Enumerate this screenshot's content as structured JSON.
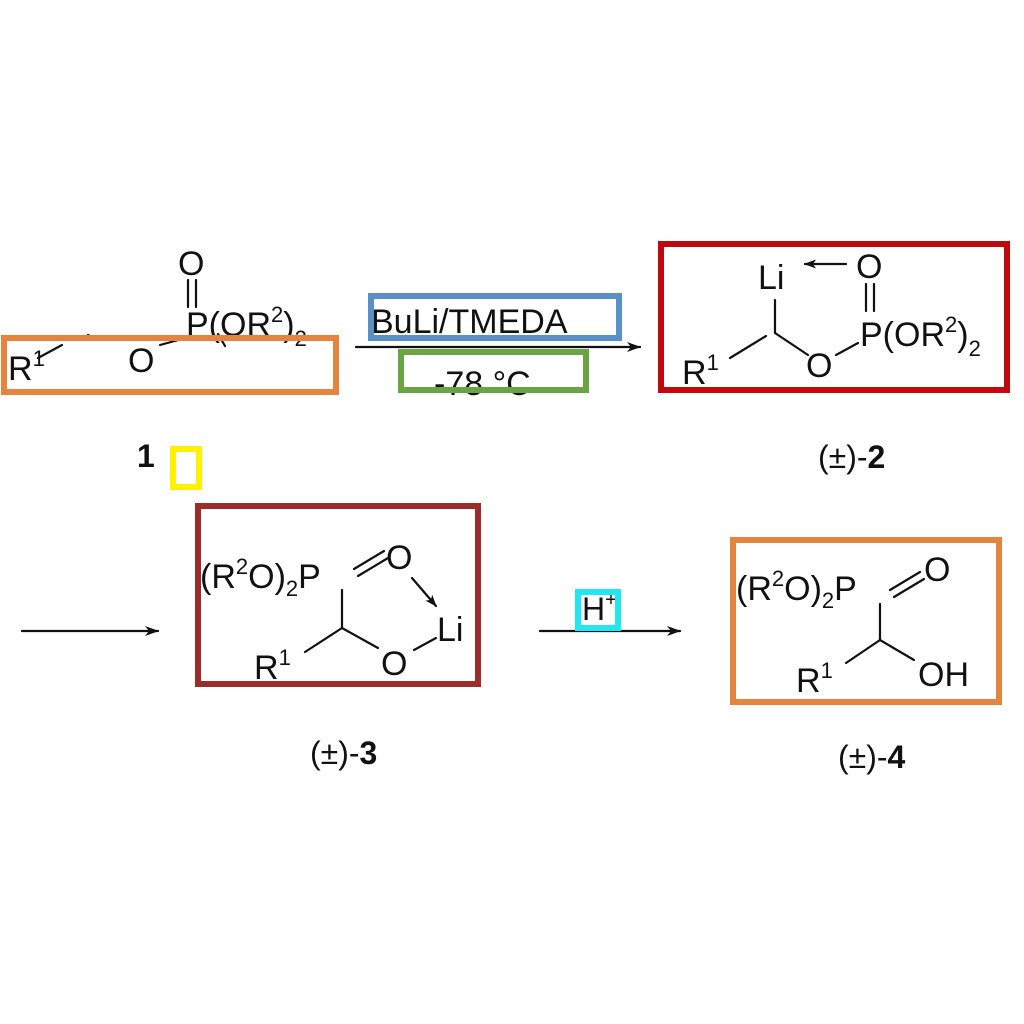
{
  "colors": {
    "orange": "#E5843E",
    "blue": "#5B8FC8",
    "green": "#6BA443",
    "red": "#C0090E",
    "brown": "#9B2C2C",
    "yellow": "#FFF200",
    "cyan": "#22E6F0"
  },
  "compound1": {
    "r1": "R",
    "r1_sup": "1",
    "o_ester": "O",
    "p_oxo": "O",
    "phos_head": "P(OR",
    "phos_sup": "2",
    "phos_tail": ")",
    "phos_sub": "2",
    "number": "1"
  },
  "reagents": {
    "base": "BuLi/TMEDA",
    "temperature": "-78 °C"
  },
  "compound2": {
    "li": "Li",
    "p_oxo": "O",
    "r1": "R",
    "r1_sup": "1",
    "o_ester": "O",
    "phos_head": "P(OR",
    "phos_sup": "2",
    "phos_tail": ")",
    "phos_sub": "2",
    "label_prefix": "(±)-",
    "label_num": "2"
  },
  "compound3": {
    "phos_open": "(R",
    "phos_sup": "2",
    "phos_mid": "O)",
    "phos_sub": "2",
    "phos_p": "P",
    "p_oxo": "O",
    "li": "Li",
    "r1": "R",
    "r1_sup": "1",
    "o_alkoxide": "O",
    "label_prefix": "(±)-",
    "label_num": "3"
  },
  "acid": {
    "h": "H",
    "plus": "+"
  },
  "compound4": {
    "phos_open": "(R",
    "phos_sup": "2",
    "phos_mid": "O)",
    "phos_sub": "2",
    "phos_p": "P",
    "p_oxo": "O",
    "r1": "R",
    "r1_sup": "1",
    "oh": "OH",
    "label_prefix": "(±)-",
    "label_num": "4"
  }
}
